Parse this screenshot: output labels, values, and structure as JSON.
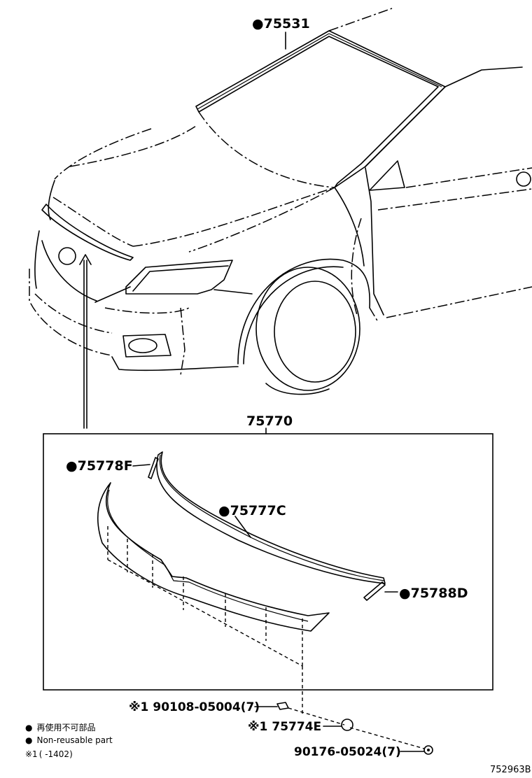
{
  "parts": {
    "windshield_molding": {
      "bullet": "●",
      "number": "75531"
    },
    "hood_molding_assy": {
      "number": "75770"
    },
    "end_piece_left": {
      "bullet": "●",
      "number": "75778F"
    },
    "upper_molding": {
      "bullet": "●",
      "number": "75777C"
    },
    "end_piece_right": {
      "bullet": "●",
      "number": "75788D"
    },
    "screw": {
      "mark": "※1",
      "number": "90108-05004(7)"
    },
    "clip": {
      "mark": "※1",
      "number": "75774E"
    },
    "nut": {
      "number": "90176-05024(7)"
    }
  },
  "legend": {
    "bullet": "●",
    "line1": "再使用不可部品",
    "line2": "Non-reusable part",
    "line3_mark": "※1",
    "line3_text": "(      -1402)"
  },
  "figure_ref": "752963B"
}
